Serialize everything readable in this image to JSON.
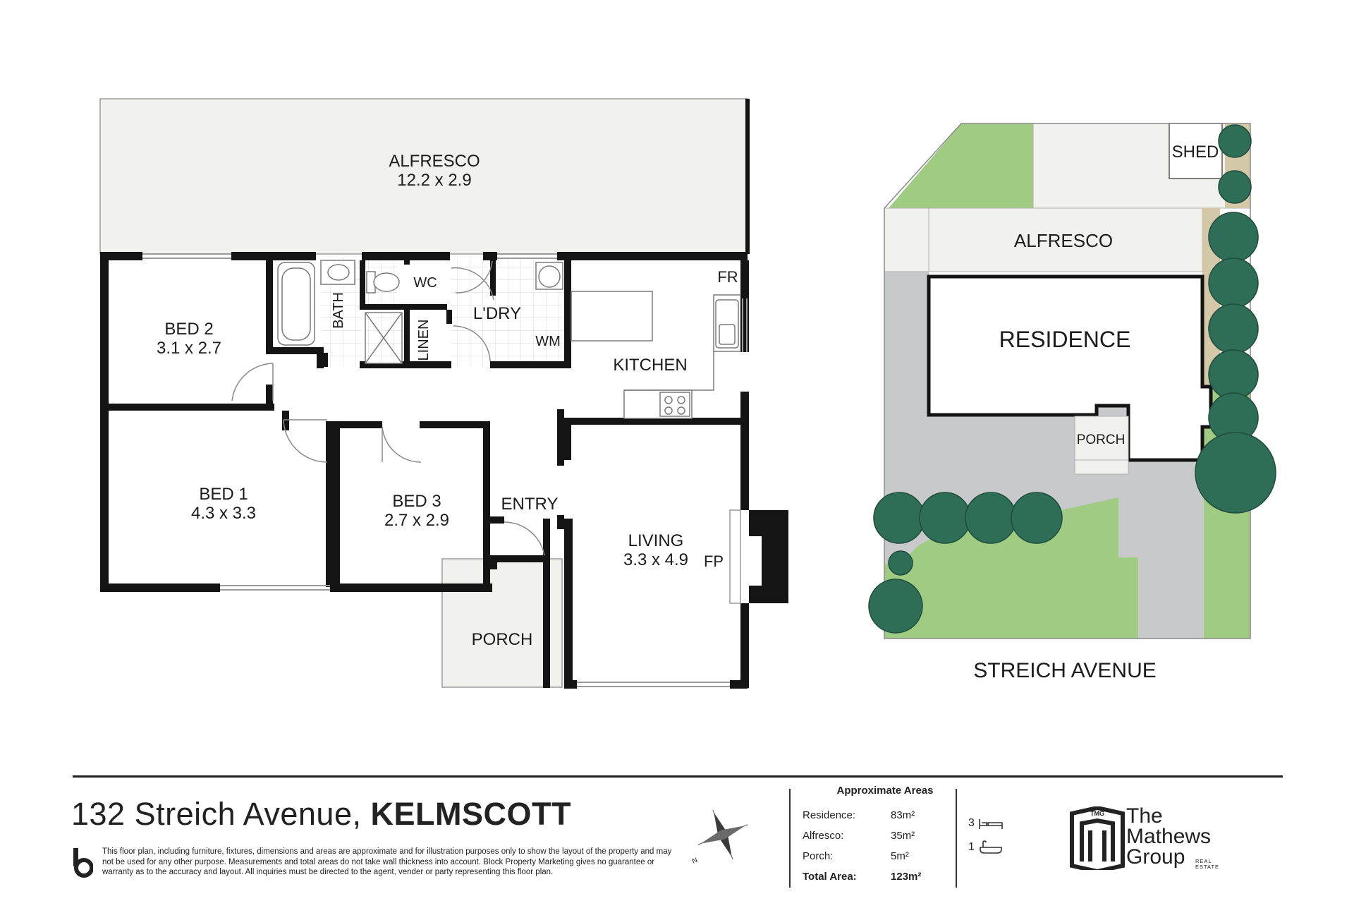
{
  "floorplan": {
    "rooms": {
      "alfresco": {
        "name": "ALFRESCO",
        "dims": "12.2 x 2.9"
      },
      "bed2": {
        "name": "BED 2",
        "dims": "3.1 x 2.7"
      },
      "bed1": {
        "name": "BED 1",
        "dims": "4.3 x 3.3"
      },
      "bed3": {
        "name": "BED 3",
        "dims": "2.7 x 2.9"
      },
      "living": {
        "name": "LIVING",
        "dims": "3.3 x 4.9"
      },
      "bath": "BATH",
      "wc": "WC",
      "laundry": "L'DRY",
      "linen": "LINEN",
      "wm": "WM",
      "fr": "FR",
      "kitchen": "KITCHEN",
      "entry": "ENTRY",
      "fp": "FP",
      "porch": "PORCH"
    }
  },
  "siteplan": {
    "shed": "SHED",
    "alfresco": "ALFRESCO",
    "residence": "RESIDENCE",
    "porch": "PORCH",
    "street": "STREICH AVENUE"
  },
  "footer": {
    "address_street": "132 Streich Avenue,",
    "address_suburb": "KELMSCOTT",
    "disclaimer": "This floor plan, including furniture, fixtures, dimensions and areas are approximate and for illustration purposes only to show the layout of the property and may not be used for any other purpose. Measurements and total areas do not take wall thickness into account. Block Property Marketing gives no guarantee or warranty as to the accuracy and layout. All inquiries must be directed to the agent, vender or party representing this floor plan.",
    "compass_label": "N",
    "areas": {
      "title": "Approximate Areas",
      "rows": [
        {
          "label": "Residence:",
          "value": "83m²"
        },
        {
          "label": "Alfresco:",
          "value": "35m²"
        },
        {
          "label": "Porch:",
          "value": "5m²"
        }
      ],
      "total_label": "Total Area:",
      "total_value": "123m²"
    },
    "bedrooms": "3",
    "bathrooms": "1",
    "bed_icon": "bed-icon",
    "bath_icon": "bathtub-icon",
    "logo": {
      "line1": "The",
      "line2": "Mathews",
      "line3": "Group",
      "badge": "TMG",
      "sub1": "REAL",
      "sub2": "ESTATE"
    }
  },
  "colors": {
    "wall": "#141414",
    "outdoor": "#f1f2ee",
    "lawn": "#9fcb82",
    "paving": "#c8c9cb",
    "tree": "#2e6e57"
  }
}
